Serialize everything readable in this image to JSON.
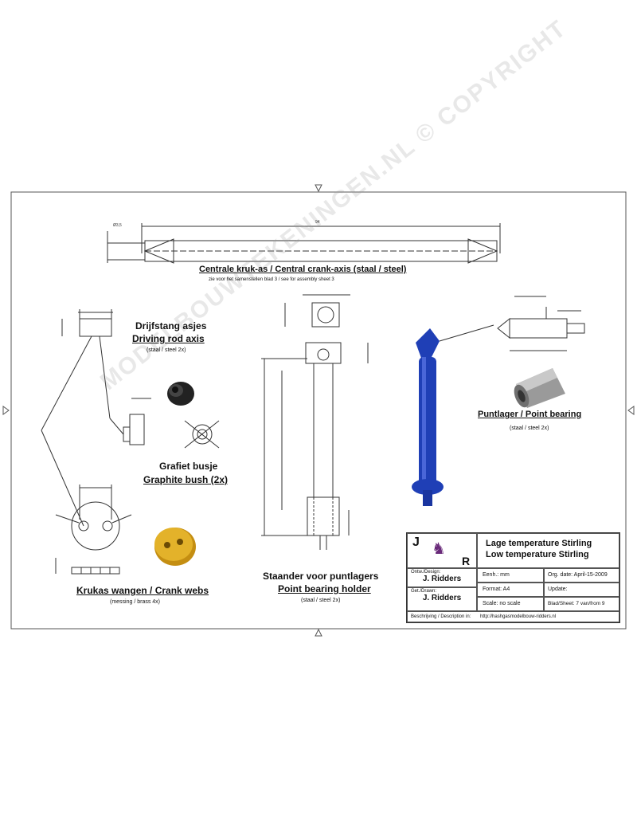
{
  "colors": {
    "line": "#333333",
    "blue_part": "#1f3fb6",
    "brass": "#d7a11a",
    "black_part": "#222222",
    "watermark": "#999999"
  },
  "parts": {
    "crank_axis": {
      "title": "Centrale kruk-as / Central crank-axis (staal / steel)",
      "note": "zie voor het samenstellen blad 3 / see for assembly sheet 3",
      "dim_length": "94",
      "dim_dia": "Ø3,5"
    },
    "driving_rod": {
      "title_nl": "Drijfstang asjes",
      "title_en": "Driving rod axis",
      "material": "(staal / steel 2x)"
    },
    "graphite_bush": {
      "title_nl": "Grafiet busje",
      "title_en": "Graphite bush (2x)"
    },
    "crank_webs": {
      "title": "Krukas wangen / Crank webs",
      "material": "(messing / brass 4x)"
    },
    "point_bearing_holder": {
      "title_nl": "Staander voor puntlagers",
      "title_en": "Point bearing holder",
      "material": "(staal / steel 2x)"
    },
    "point_bearing": {
      "title": "Puntlager / Point bearing",
      "material": "(staal / steel 2x)"
    }
  },
  "title_block": {
    "title_nl": "Lage temperature Stirling",
    "title_en": "Low temperature Stirling",
    "logo_j": "J",
    "logo_r": "R",
    "ontw_label": "Ontw./Design:",
    "ontw_name": "J. Ridders",
    "get_label": "Get./Drawn:",
    "get_name": "J. Ridders",
    "eenh": "Eenh.: mm",
    "format": "Format: A4",
    "scale": "Scale: no scale",
    "org_date": "Org. date: April-15-2009",
    "update": "Update:",
    "sheet": "Blad/Sheet: 7 van/from 9",
    "description": "Beschrijving / Description in:",
    "url": "http://hashgasmodelbouw-ridders.nl"
  },
  "watermark": "MODELBOUWTEKENINGEN.NL © COPYRIGHT"
}
